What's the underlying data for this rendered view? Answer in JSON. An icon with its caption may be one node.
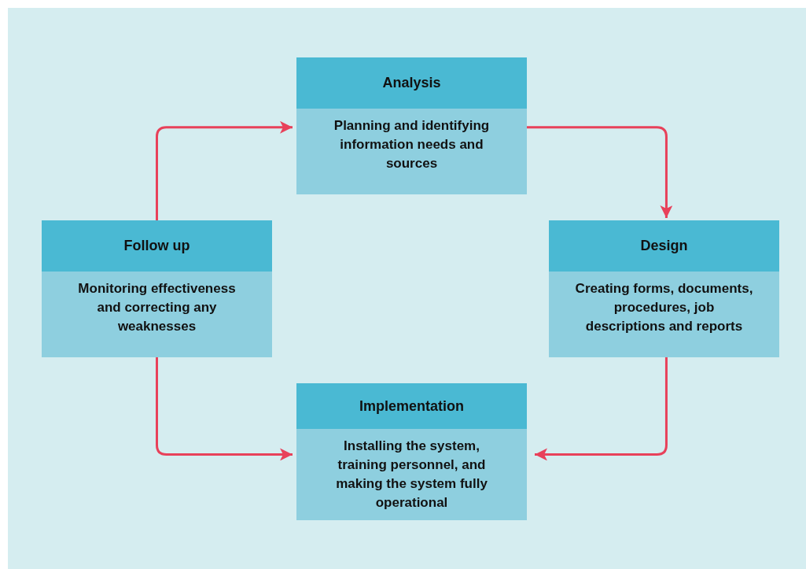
{
  "diagram": {
    "nodes": [
      {
        "text": [
          "Analysis",
          "Planning and identifying information needs and sources"
        ]
      },
      {
        "text": [
          "Follow up",
          "Monitoring effectiveness and correcting any weaknesses"
        ]
      },
      {
        "text": [
          "Design",
          "Creating forms, documents, procedures, job descriptions and reports"
        ]
      },
      {
        "text": [
          "Implementation",
          "Installing the system, training personnel, and making the system fully operational"
        ]
      }
    ],
    "edges": [
      {
        "from": 1,
        "to": 0,
        "arrow": "to"
      },
      {
        "from": 0,
        "to": 2,
        "arrow": "to"
      },
      {
        "from": 2,
        "to": 3,
        "arrow": "to"
      },
      {
        "from": 1,
        "to": 3,
        "arrow": "to"
      }
    ]
  }
}
